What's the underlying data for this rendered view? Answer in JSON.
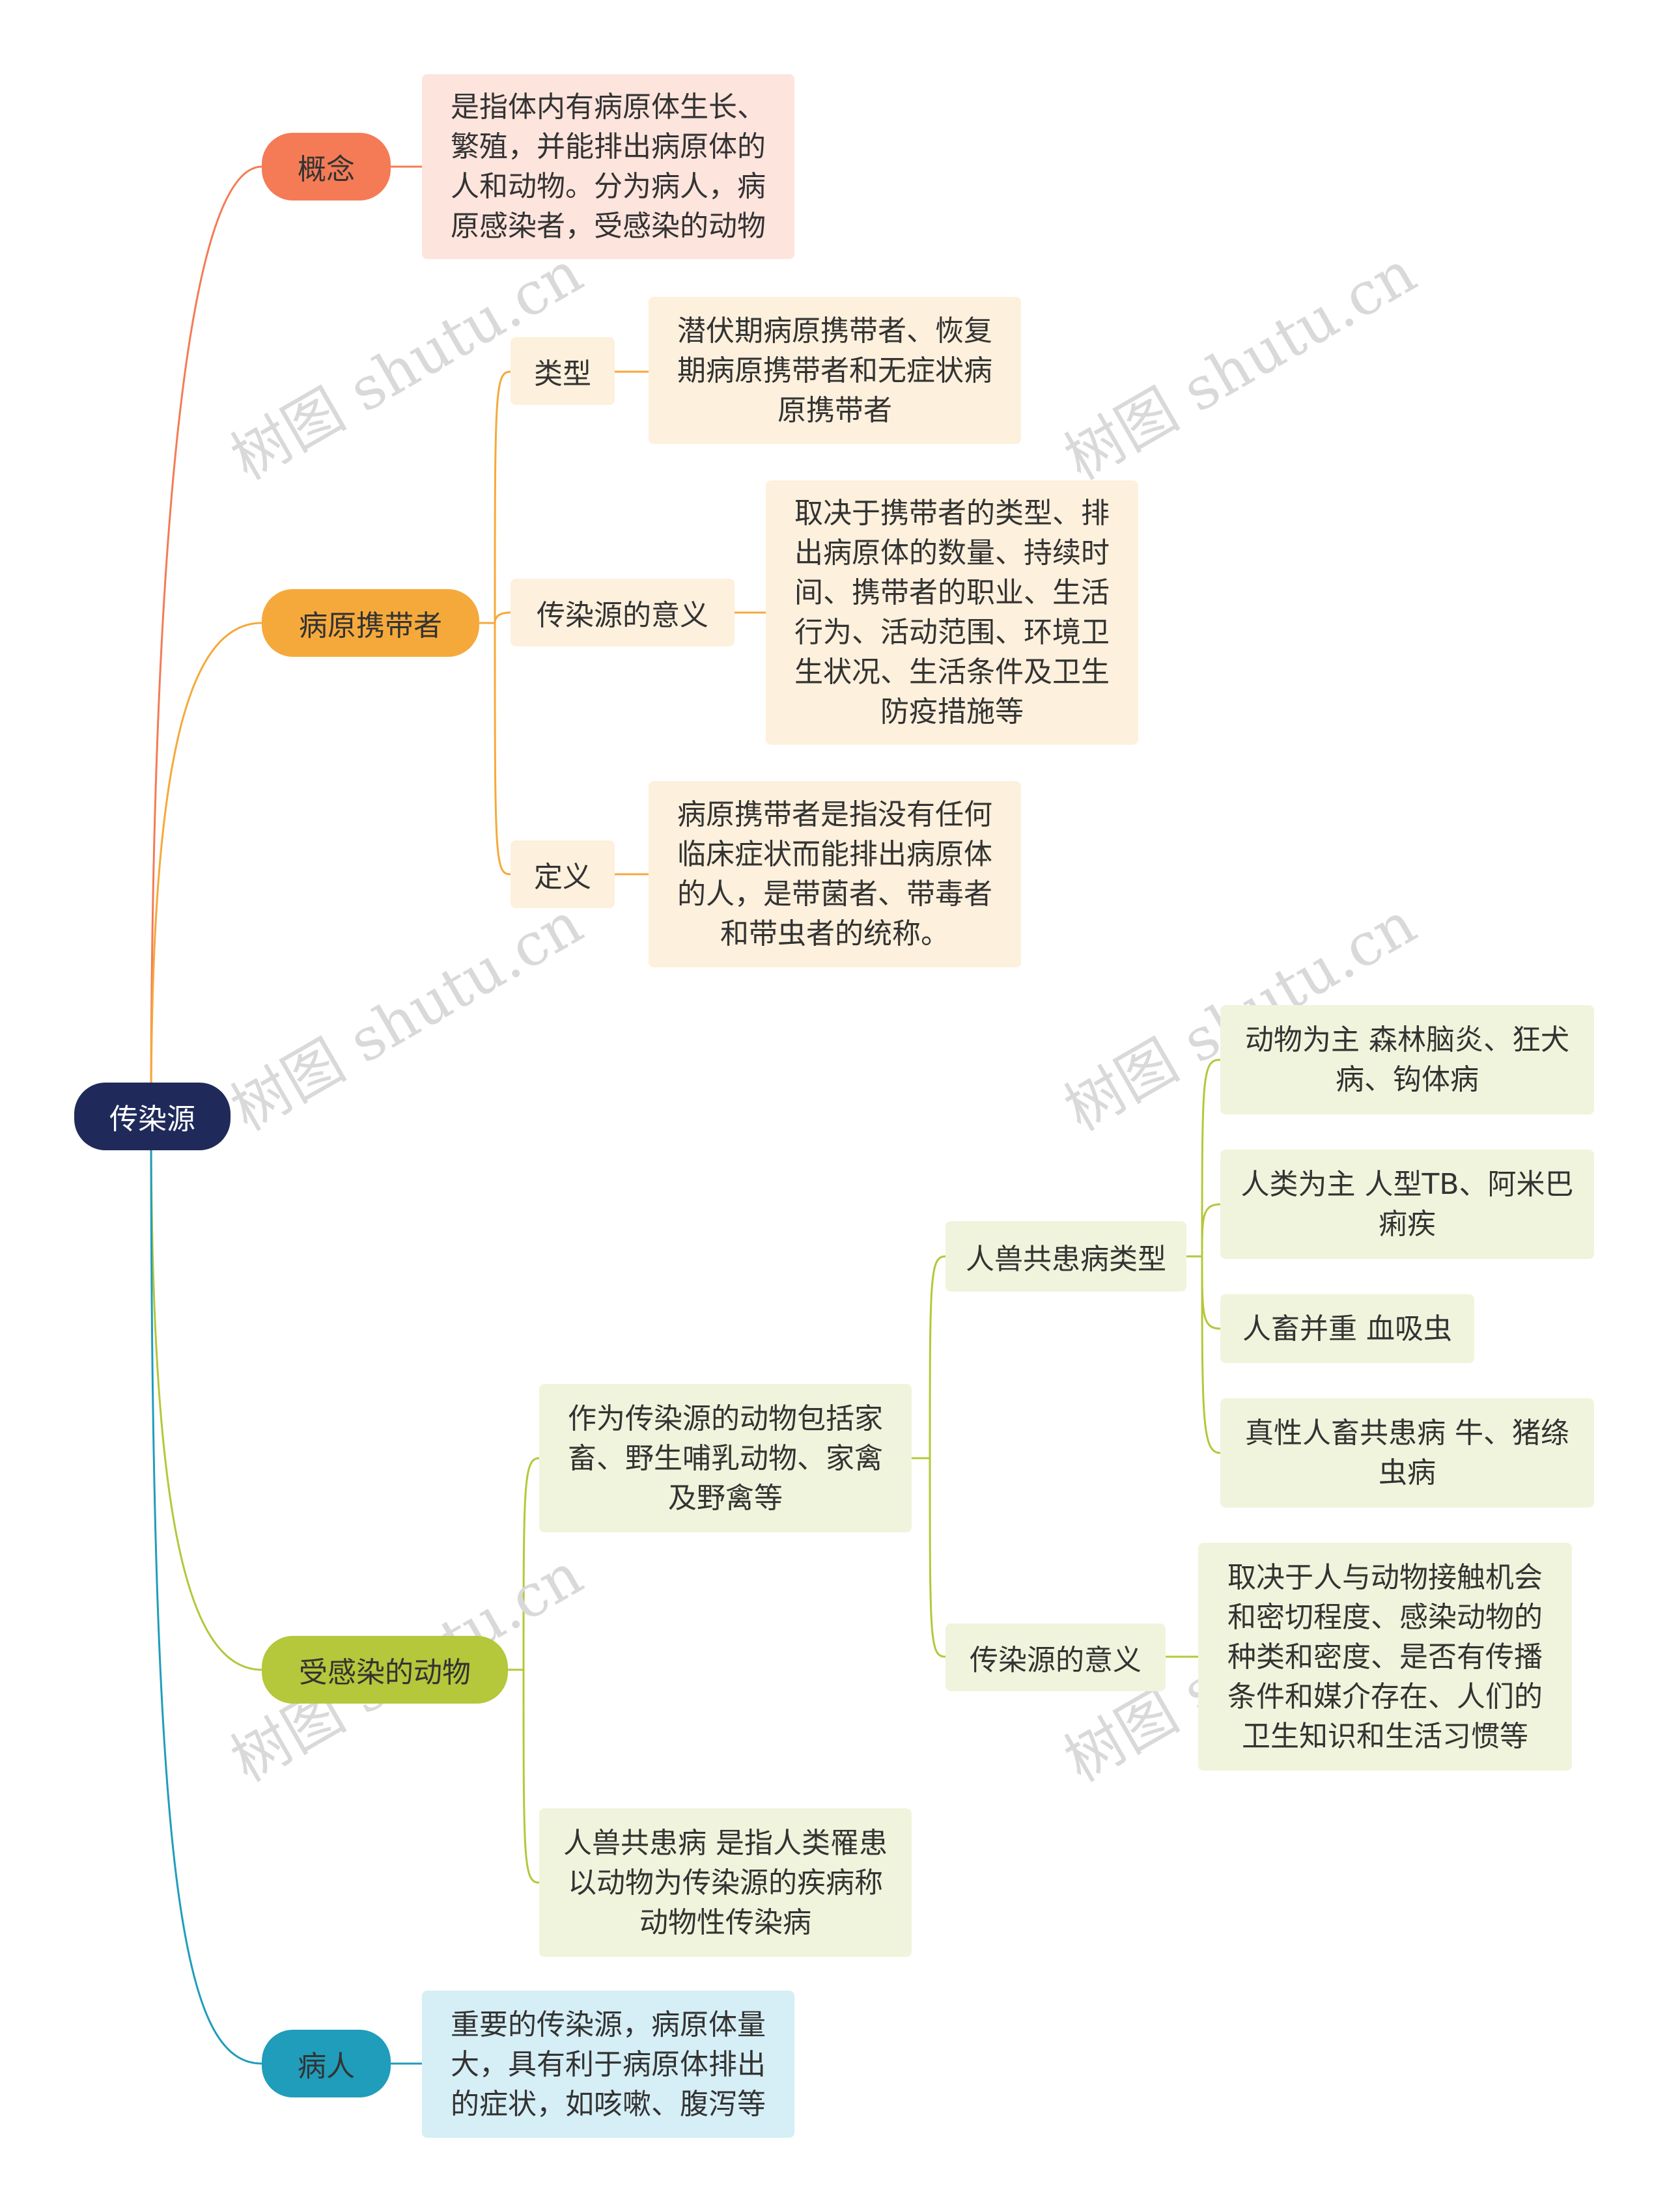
{
  "root": {
    "label": "传染源"
  },
  "branches": {
    "concept": {
      "label": "概念",
      "color": "#f47b56",
      "text": "是指体内有病原体生长、繁殖，并能排出病原体的人和动物。分为病人，病原感染者，受感染的动物"
    },
    "carrier": {
      "label": "病原携带者",
      "color": "#f6a93b",
      "type": {
        "label": "类型",
        "text": "潜伏期病原携带者、恢复期病原携带者和无症状病原携带者"
      },
      "significance": {
        "label": "传染源的意义",
        "text": "取决于携带者的类型、排出病原体的数量、持续时间、携带者的职业、生活行为、活动范围、环境卫生状况、生活条件及卫生防疫措施等"
      },
      "definition": {
        "label": "定义",
        "text": "病原携带者是指没有任何临床症状而能排出病原体的人，是带菌者、带毒者和带虫者的统称。"
      }
    },
    "animal": {
      "label": "受感染的动物",
      "color": "#b5c73a",
      "includes": {
        "text": "作为传染源的动物包括家畜、野生哺乳动物、家禽及野禽等"
      },
      "zoonosis_types": {
        "label": "人兽共患病类型",
        "items": [
          "动物为主  森林脑炎、狂犬病、钩体病",
          "人类为主  人型TB、阿米巴痢疾",
          "人畜并重  血吸虫",
          "真性人畜共患病  牛、猪绦虫病"
        ]
      },
      "significance": {
        "label": "传染源的意义",
        "text": "取决于人与动物接触机会和密切程度、感染动物的种类和密度、是否有传播条件和媒介存在、人们的卫生知识和生活习惯等"
      },
      "zoonosis_def": {
        "text": "人兽共患病 是指人类罹患以动物为传染源的疾病称动物性传染病"
      }
    },
    "patient": {
      "label": "病人",
      "color": "#1f9dbb",
      "text": "重要的传染源，病原体量大，具有利于病原体排出的症状，如咳嗽、腹泻等"
    }
  },
  "watermark": "树图 shutu.cn"
}
